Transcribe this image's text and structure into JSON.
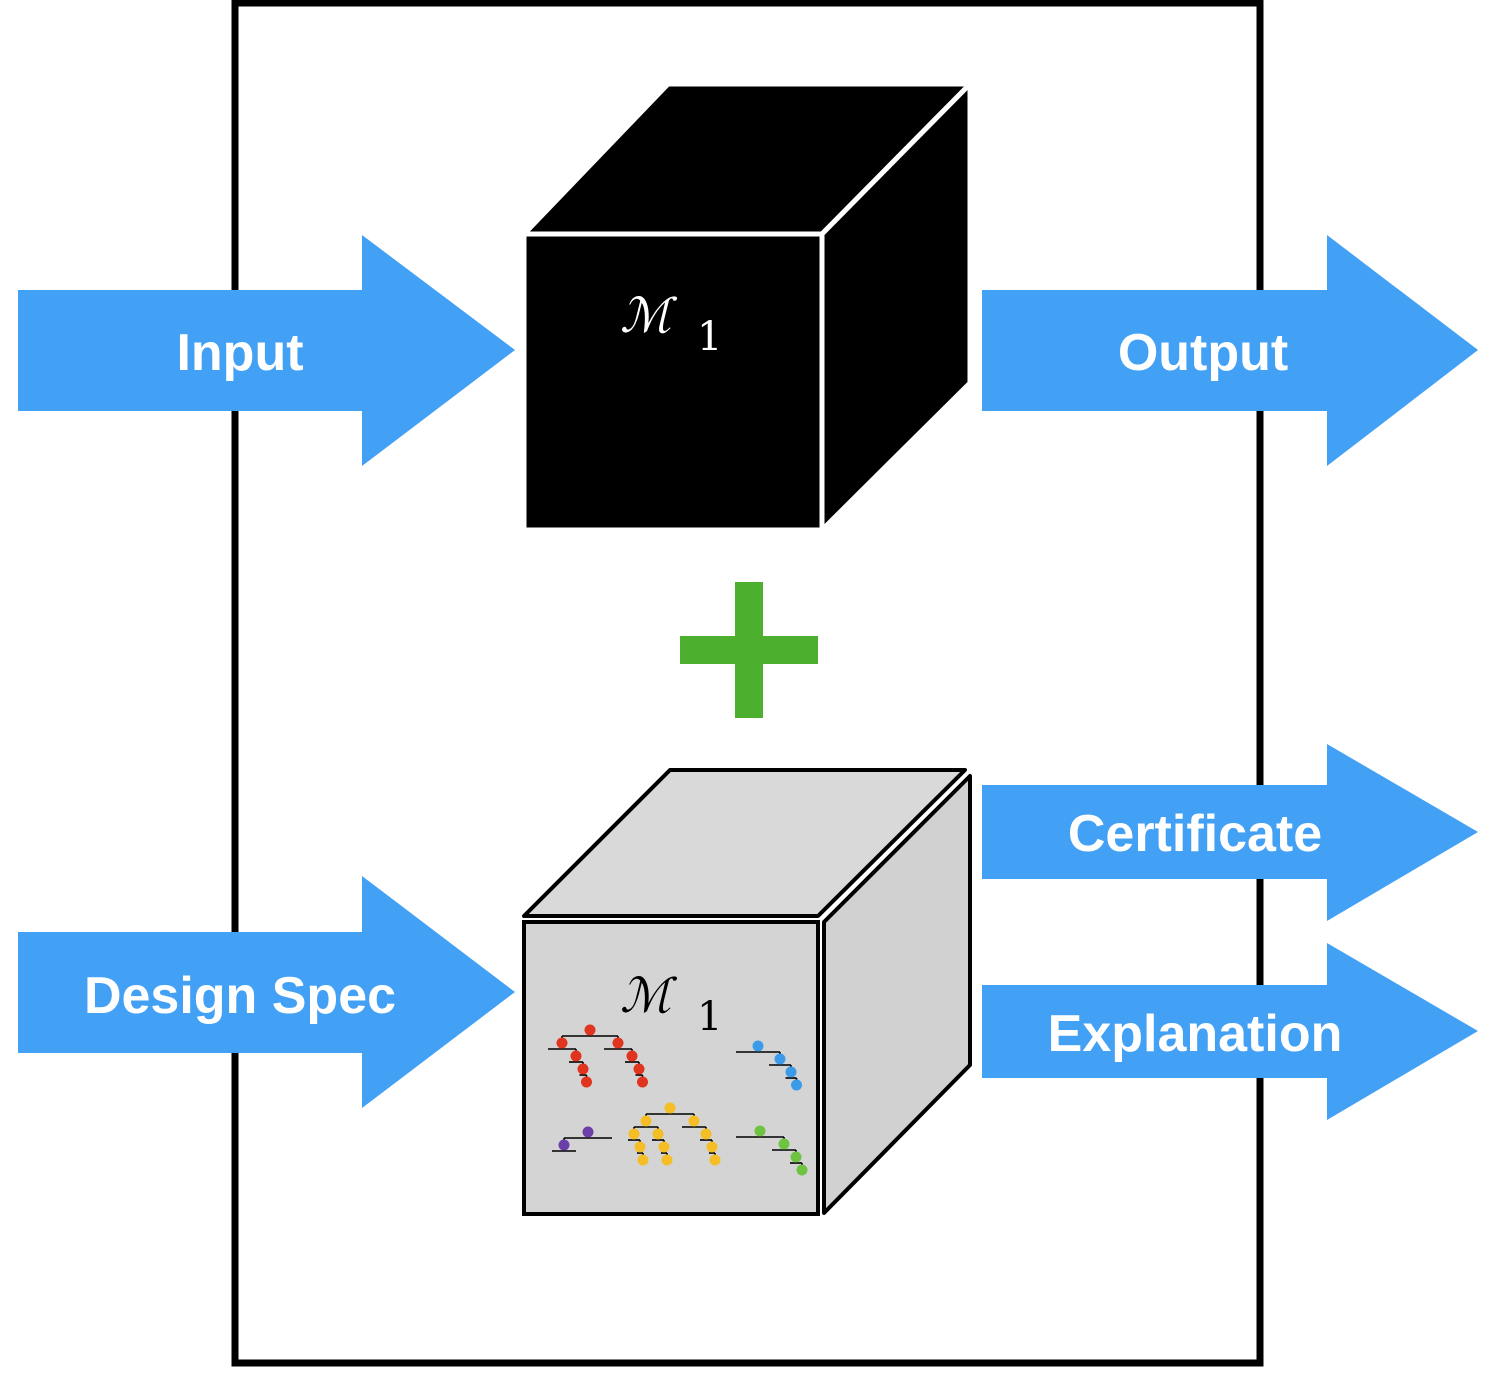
{
  "colors": {
    "arrow": "#42a0f5",
    "arrow_text": "#ffffff",
    "frame": "#000000",
    "black_box": "#000000",
    "gray_box_front": "#d4d4d4",
    "gray_box_top": "#d9d9d9",
    "gray_box_side": "#d1d1d1",
    "plus": "#4daf2e",
    "tree_red": "#e0341f",
    "tree_blue": "#3b9be8",
    "tree_yellow": "#f5bd26",
    "tree_purple": "#6a3fa8",
    "tree_green": "#6ec440"
  },
  "arrows": {
    "input": "Input",
    "output": "Output",
    "design_spec": "Design Spec",
    "certificate": "Certificate",
    "explanation": "Explanation"
  },
  "black_box": {
    "symbol": "ℳ",
    "subscript": "1"
  },
  "gray_box": {
    "symbol": "ℳ",
    "subscript": "1"
  },
  "plus_icon": "plus-icon"
}
